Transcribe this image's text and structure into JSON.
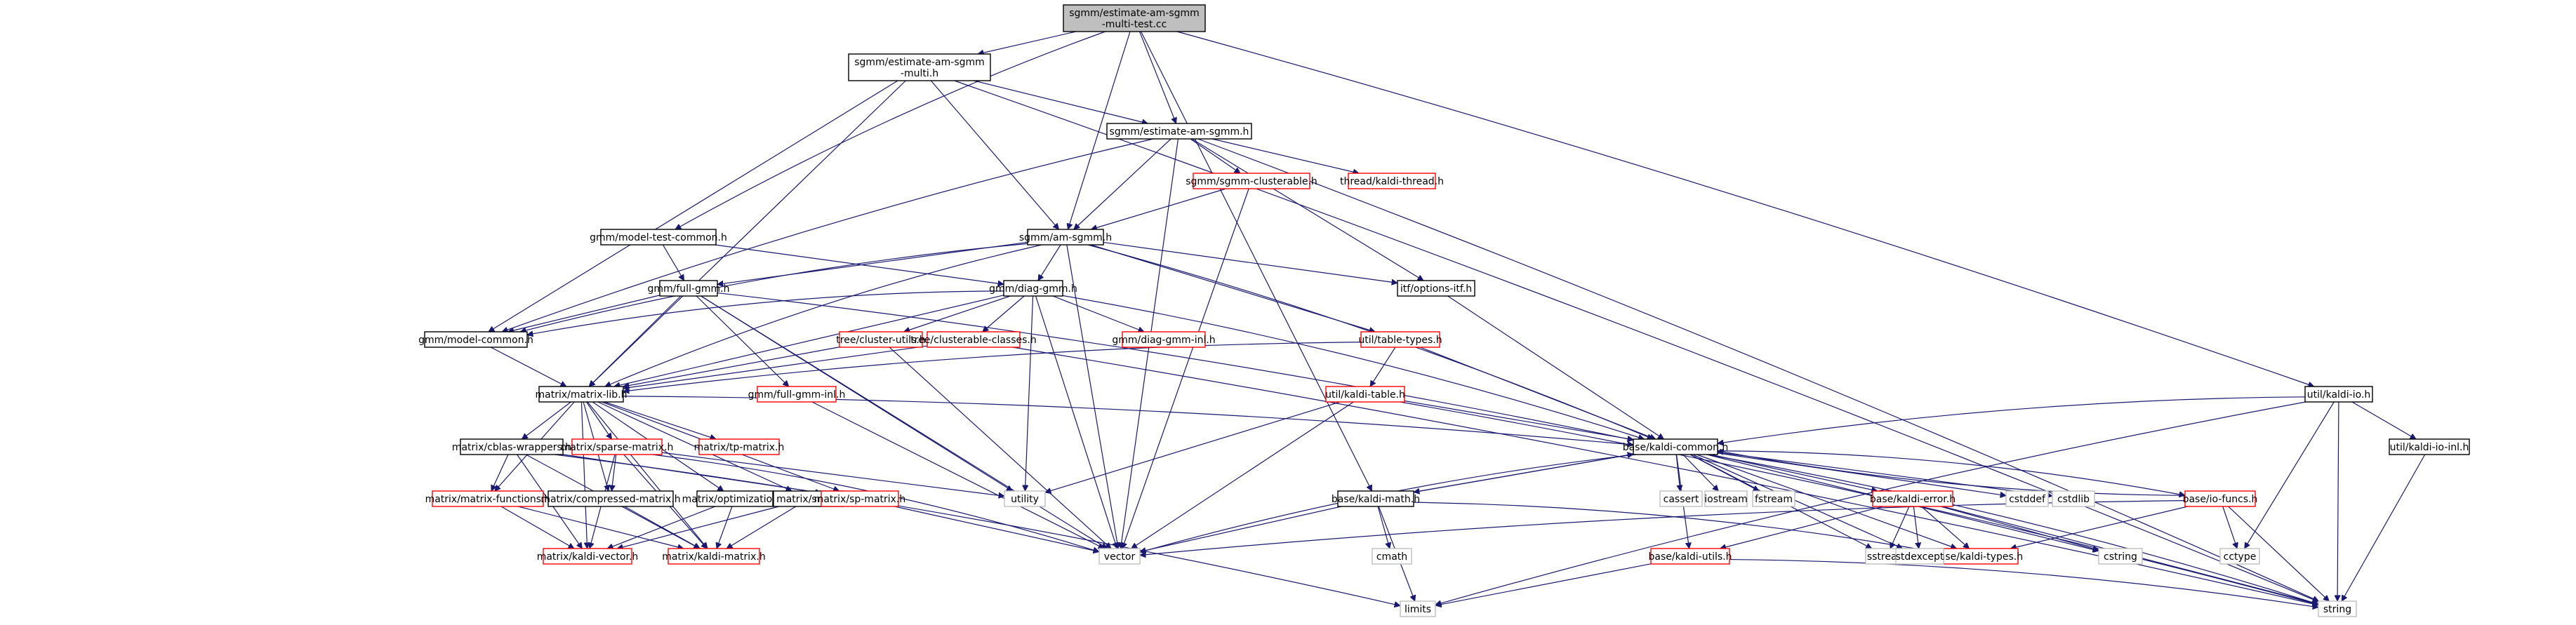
{
  "graph": {
    "title": "Include dependency graph for sgmm/estimate-am-sgmm-multi-test.cc",
    "colors": {
      "edge": "#191970",
      "root_fill": "#bfbfbf",
      "root_border": "#000000",
      "linked_border": "#000000",
      "missing_border": "#ff0000",
      "system_border": "#bfbfbf",
      "text": "#000000"
    },
    "nodes": [
      {
        "id": "root",
        "label": "sgmm/estimate-am-sgmm\n-multi-test.cc",
        "kind": "root"
      },
      {
        "id": "multi_h",
        "label": "sgmm/estimate-am-sgmm\n-multi.h",
        "kind": "linked"
      },
      {
        "id": "est_h",
        "label": "sgmm/estimate-am-sgmm.h",
        "kind": "linked"
      },
      {
        "id": "clusterable",
        "label": "sgmm/sgmm-clusterable.h",
        "kind": "missing"
      },
      {
        "id": "thread",
        "label": "thread/kaldi-thread.h",
        "kind": "missing"
      },
      {
        "id": "modeltest",
        "label": "gmm/model-test-common.h",
        "kind": "linked"
      },
      {
        "id": "amsgmm",
        "label": "sgmm/am-sgmm.h",
        "kind": "linked"
      },
      {
        "id": "optionsitf",
        "label": "itf/options-itf.h",
        "kind": "linked"
      },
      {
        "id": "fullgmm",
        "label": "gmm/full-gmm.h",
        "kind": "linked"
      },
      {
        "id": "diaggmm",
        "label": "gmm/diag-gmm.h",
        "kind": "linked"
      },
      {
        "id": "modelcommon",
        "label": "gmm/model-common.h",
        "kind": "linked"
      },
      {
        "id": "clusterutils",
        "label": "tree/cluster-utils.h",
        "kind": "missing"
      },
      {
        "id": "clusterclasses",
        "label": "tree/clusterable-classes.h",
        "kind": "missing"
      },
      {
        "id": "diaginl",
        "label": "gmm/diag-gmm-inl.h",
        "kind": "missing"
      },
      {
        "id": "tabletypes",
        "label": "util/table-types.h",
        "kind": "missing"
      },
      {
        "id": "fullinl",
        "label": "gmm/full-gmm-inl.h",
        "kind": "missing"
      },
      {
        "id": "kalditable",
        "label": "util/kaldi-table.h",
        "kind": "missing"
      },
      {
        "id": "matrixlib",
        "label": "matrix/matrix-lib.h",
        "kind": "linked"
      },
      {
        "id": "kaldiio",
        "label": "util/kaldi-io.h",
        "kind": "linked"
      },
      {
        "id": "kaldiioinl",
        "label": "util/kaldi-io-inl.h",
        "kind": "linked"
      },
      {
        "id": "cblas",
        "label": "matrix/cblas-wrappers.h",
        "kind": "linked"
      },
      {
        "id": "sparse",
        "label": "matrix/sparse-matrix.h",
        "kind": "missing"
      },
      {
        "id": "tpmatrix",
        "label": "matrix/tp-matrix.h",
        "kind": "missing"
      },
      {
        "id": "kaldicommon",
        "label": "base/kaldi-common.h",
        "kind": "linked"
      },
      {
        "id": "matfuncs",
        "label": "matrix/matrix-functions.h",
        "kind": "missing"
      },
      {
        "id": "optimization",
        "label": "matrix/optimization.h",
        "kind": "linked"
      },
      {
        "id": "srfft",
        "label": "matrix/srfft.h",
        "kind": "linked"
      },
      {
        "id": "compressed",
        "label": "matrix/compressed-matrix.h",
        "kind": "linked"
      },
      {
        "id": "spmatrix",
        "label": "matrix/sp-matrix.h",
        "kind": "missing"
      },
      {
        "id": "kaldimath",
        "label": "base/kaldi-math.h",
        "kind": "linked"
      },
      {
        "id": "kaldierror",
        "label": "base/kaldi-error.h",
        "kind": "missing"
      },
      {
        "id": "iofuncs",
        "label": "base/io-funcs.h",
        "kind": "missing"
      },
      {
        "id": "kaldivector",
        "label": "matrix/kaldi-vector.h",
        "kind": "missing"
      },
      {
        "id": "kaldimatrix",
        "label": "matrix/kaldi-matrix.h",
        "kind": "missing"
      },
      {
        "id": "vector",
        "label": "vector",
        "kind": "system"
      },
      {
        "id": "kaldiutils",
        "label": "base/kaldi-utils.h",
        "kind": "missing"
      },
      {
        "id": "kalditypes",
        "label": "base/kaldi-types.h",
        "kind": "missing"
      },
      {
        "id": "utility",
        "label": "utility",
        "kind": "system"
      },
      {
        "id": "cassert",
        "label": "cassert",
        "kind": "system"
      },
      {
        "id": "iostream",
        "label": "iostream",
        "kind": "system"
      },
      {
        "id": "fstream",
        "label": "fstream",
        "kind": "system"
      },
      {
        "id": "cstddef",
        "label": "cstddef",
        "kind": "system"
      },
      {
        "id": "cstdlib",
        "label": "cstdlib",
        "kind": "system"
      },
      {
        "id": "cmath",
        "label": "cmath",
        "kind": "system"
      },
      {
        "id": "sstream",
        "label": "sstream",
        "kind": "system"
      },
      {
        "id": "stdexcept",
        "label": "stdexcept",
        "kind": "system"
      },
      {
        "id": "cstring",
        "label": "cstring",
        "kind": "system"
      },
      {
        "id": "cctype",
        "label": "cctype",
        "kind": "system"
      },
      {
        "id": "limits",
        "label": "limits",
        "kind": "system"
      },
      {
        "id": "string",
        "label": "string",
        "kind": "system"
      }
    ],
    "edges": [
      [
        "root",
        "multi_h"
      ],
      [
        "root",
        "est_h"
      ],
      [
        "root",
        "amsgmm"
      ],
      [
        "root",
        "modeltest"
      ],
      [
        "root",
        "kaldimath"
      ],
      [
        "root",
        "kaldiio"
      ],
      [
        "multi_h",
        "est_h"
      ],
      [
        "multi_h",
        "amsgmm"
      ],
      [
        "multi_h",
        "modelcommon"
      ],
      [
        "multi_h",
        "matrixlib"
      ],
      [
        "multi_h",
        "string"
      ],
      [
        "est_h",
        "amsgmm"
      ],
      [
        "est_h",
        "clusterable"
      ],
      [
        "est_h",
        "thread"
      ],
      [
        "est_h",
        "optionsitf"
      ],
      [
        "est_h",
        "modelcommon"
      ],
      [
        "est_h",
        "vector"
      ],
      [
        "est_h",
        "string"
      ],
      [
        "clusterable",
        "amsgmm"
      ],
      [
        "clusterable",
        "vector"
      ],
      [
        "modeltest",
        "diaggmm"
      ],
      [
        "modeltest",
        "fullgmm"
      ],
      [
        "amsgmm",
        "fullgmm"
      ],
      [
        "amsgmm",
        "diaggmm"
      ],
      [
        "amsgmm",
        "modelcommon"
      ],
      [
        "amsgmm",
        "matrixlib"
      ],
      [
        "amsgmm",
        "optionsitf"
      ],
      [
        "amsgmm",
        "tabletypes"
      ],
      [
        "amsgmm",
        "kaldicommon"
      ],
      [
        "amsgmm",
        "vector"
      ],
      [
        "optionsitf",
        "kaldicommon"
      ],
      [
        "fullgmm",
        "modelcommon"
      ],
      [
        "fullgmm",
        "matrixlib"
      ],
      [
        "fullgmm",
        "fullinl"
      ],
      [
        "fullgmm",
        "vector"
      ],
      [
        "fullgmm",
        "utility"
      ],
      [
        "fullgmm",
        "kaldicommon"
      ],
      [
        "diaggmm",
        "modelcommon"
      ],
      [
        "diaggmm",
        "matrixlib"
      ],
      [
        "diaggmm",
        "clusterutils"
      ],
      [
        "diaggmm",
        "clusterclasses"
      ],
      [
        "diaggmm",
        "diaginl"
      ],
      [
        "diaggmm",
        "vector"
      ],
      [
        "diaggmm",
        "utility"
      ],
      [
        "diaggmm",
        "kaldicommon"
      ],
      [
        "modelcommon",
        "matrixlib"
      ],
      [
        "clusterutils",
        "matrixlib"
      ],
      [
        "clusterutils",
        "vector"
      ],
      [
        "clusterclasses",
        "matrixlib"
      ],
      [
        "clusterclasses",
        "string"
      ],
      [
        "tabletypes",
        "matrixlib"
      ],
      [
        "tabletypes",
        "kalditable"
      ],
      [
        "tabletypes",
        "kaldicommon"
      ],
      [
        "fullinl",
        "vector"
      ],
      [
        "kalditable",
        "kaldicommon"
      ],
      [
        "kalditable",
        "vector"
      ],
      [
        "kalditable",
        "utility"
      ],
      [
        "kalditable",
        "string"
      ],
      [
        "matrixlib",
        "cblas"
      ],
      [
        "matrixlib",
        "sparse"
      ],
      [
        "matrixlib",
        "tpmatrix"
      ],
      [
        "matrixlib",
        "spmatrix"
      ],
      [
        "matrixlib",
        "matfuncs"
      ],
      [
        "matrixlib",
        "optimization"
      ],
      [
        "matrixlib",
        "srfft"
      ],
      [
        "matrixlib",
        "compressed"
      ],
      [
        "matrixlib",
        "kaldimatrix"
      ],
      [
        "matrixlib",
        "kaldivector"
      ],
      [
        "matrixlib",
        "kaldicommon"
      ],
      [
        "kaldiio",
        "kaldiioinl"
      ],
      [
        "kaldiio",
        "kaldicommon"
      ],
      [
        "kaldiio",
        "limits"
      ],
      [
        "kaldiio",
        "cctype"
      ],
      [
        "kaldiio",
        "string"
      ],
      [
        "kaldiioinl",
        "string"
      ],
      [
        "cblas",
        "matfuncs"
      ],
      [
        "cblas",
        "spmatrix"
      ],
      [
        "cblas",
        "kaldivector"
      ],
      [
        "cblas",
        "kaldimatrix"
      ],
      [
        "cblas",
        "limits"
      ],
      [
        "sparse",
        "compressed"
      ],
      [
        "sparse",
        "kaldimatrix"
      ],
      [
        "sparse",
        "kaldivector"
      ],
      [
        "sparse",
        "vector"
      ],
      [
        "sparse",
        "utility"
      ],
      [
        "matfuncs",
        "kaldivector"
      ],
      [
        "matfuncs",
        "kaldimatrix"
      ],
      [
        "optimization",
        "kaldivector"
      ],
      [
        "optimization",
        "kaldimatrix"
      ],
      [
        "srfft",
        "kaldivector"
      ],
      [
        "srfft",
        "kaldimatrix"
      ],
      [
        "compressed",
        "kaldimatrix"
      ],
      [
        "spmatrix",
        "vector"
      ],
      [
        "kaldimath",
        "kaldicommon"
      ],
      [
        "kaldimath",
        "vector"
      ],
      [
        "kaldimath",
        "cmath"
      ],
      [
        "kaldimath",
        "limits"
      ],
      [
        "kaldimath",
        "kalditypes"
      ],
      [
        "kaldicommon",
        "cassert"
      ],
      [
        "kaldicommon",
        "iostream"
      ],
      [
        "kaldicommon",
        "fstream"
      ],
      [
        "kaldicommon",
        "cstddef"
      ],
      [
        "kaldicommon",
        "cstdlib"
      ],
      [
        "kaldicommon",
        "sstream"
      ],
      [
        "kaldicommon",
        "stdexcept"
      ],
      [
        "kaldicommon",
        "cstring"
      ],
      [
        "kaldicommon",
        "vector"
      ],
      [
        "kaldicommon",
        "string"
      ],
      [
        "kaldicommon",
        "kaldiutils"
      ],
      [
        "kaldicommon",
        "kalditypes"
      ],
      [
        "kaldicommon",
        "kaldierror"
      ],
      [
        "kaldicommon",
        "iofuncs"
      ],
      [
        "kaldicommon",
        "kaldimath"
      ],
      [
        "kaldierror",
        "kalditypes"
      ],
      [
        "kaldierror",
        "kaldiutils"
      ],
      [
        "kaldierror",
        "sstream"
      ],
      [
        "kaldierror",
        "stdexcept"
      ],
      [
        "kaldierror",
        "cstring"
      ],
      [
        "kaldierror",
        "string"
      ],
      [
        "iofuncs",
        "kaldicommon"
      ],
      [
        "iofuncs",
        "vector"
      ],
      [
        "iofuncs",
        "cctype"
      ],
      [
        "iofuncs",
        "string"
      ],
      [
        "iofuncs",
        "kalditypes"
      ],
      [
        "kaldiutils",
        "limits"
      ],
      [
        "kaldiutils",
        "string"
      ]
    ]
  }
}
